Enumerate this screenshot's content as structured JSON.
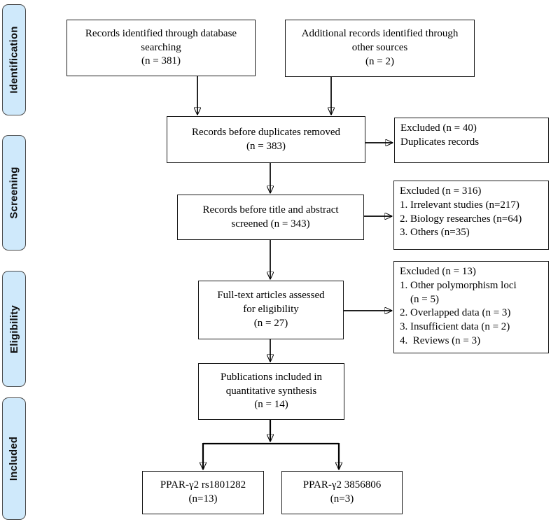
{
  "diagram": {
    "type": "PRISMA flow diagram",
    "accent_fill": "#cfe9fb",
    "accent_border": "#4a4a4a",
    "box_border": "#1b1b1b"
  },
  "sidebar": {
    "labels": [
      "Identification",
      "Screening",
      "Eligibility",
      "Included"
    ]
  },
  "boxes": {
    "identified_database": "Records identified through database\nsearching\n(n = 381)",
    "additional_records": "Additional records identified through\nother sources\n(n = 2)",
    "before_duplicates": "Records before duplicates removed\n(n = 383)",
    "excluded_duplicates": "Excluded (n = 40)\nDuplicates records",
    "title_abstract_screened": "Records before title and abstract\nscreened (n = 343)",
    "excluded_screening": "Excluded (n = 316)\n1. Irrelevant studies (n=217)\n2. Biology researches (n=64)\n3. Others (n=35)",
    "fulltext_assessed": "Full-text articles assessed\nfor eligibility\n(n = 27)",
    "excluded_fulltext": "Excluded (n = 13)\n1. Other polymorphism loci\n    (n = 5)\n2. Overlapped data (n = 3)\n3. Insufficient data (n = 2)\n4.  Reviews (n = 3)",
    "quantitative_synthesis": "Publications included in\nquantitative synthesis\n(n = 14)",
    "ppar_rs1801282": "PPAR-γ2 rs1801282\n(n=13)",
    "ppar_3856806": "PPAR-γ2 3856806\n(n=3)"
  }
}
